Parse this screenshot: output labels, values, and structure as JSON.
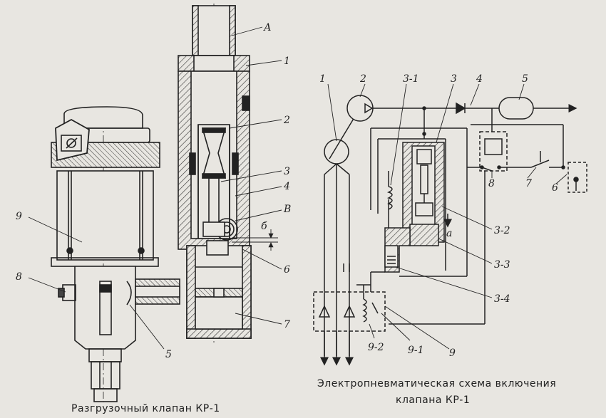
{
  "captions": {
    "left": "Разгрузочный клапан КР-1",
    "right_line1": "Электропневматическая схема включения",
    "right_line2": "клапана КР-1"
  },
  "valve_labels": {
    "A": "А",
    "p1": "1",
    "p2": "2",
    "p3": "3",
    "p4": "4",
    "B": "В",
    "b": "б",
    "p6": "6",
    "p7": "7",
    "p9": "9",
    "p8": "8",
    "p5": "5"
  },
  "scheme_labels": {
    "s1": "1",
    "s2": "2",
    "s31": "3-1",
    "s3": "3",
    "s4": "4",
    "s5": "5",
    "s8": "8",
    "s7": "7",
    "s6": "6",
    "sa": "а",
    "s32": "3-2",
    "s33": "3-3",
    "s34": "3-4",
    "s92": "9-2",
    "s91": "9-1",
    "s9": "9"
  }
}
